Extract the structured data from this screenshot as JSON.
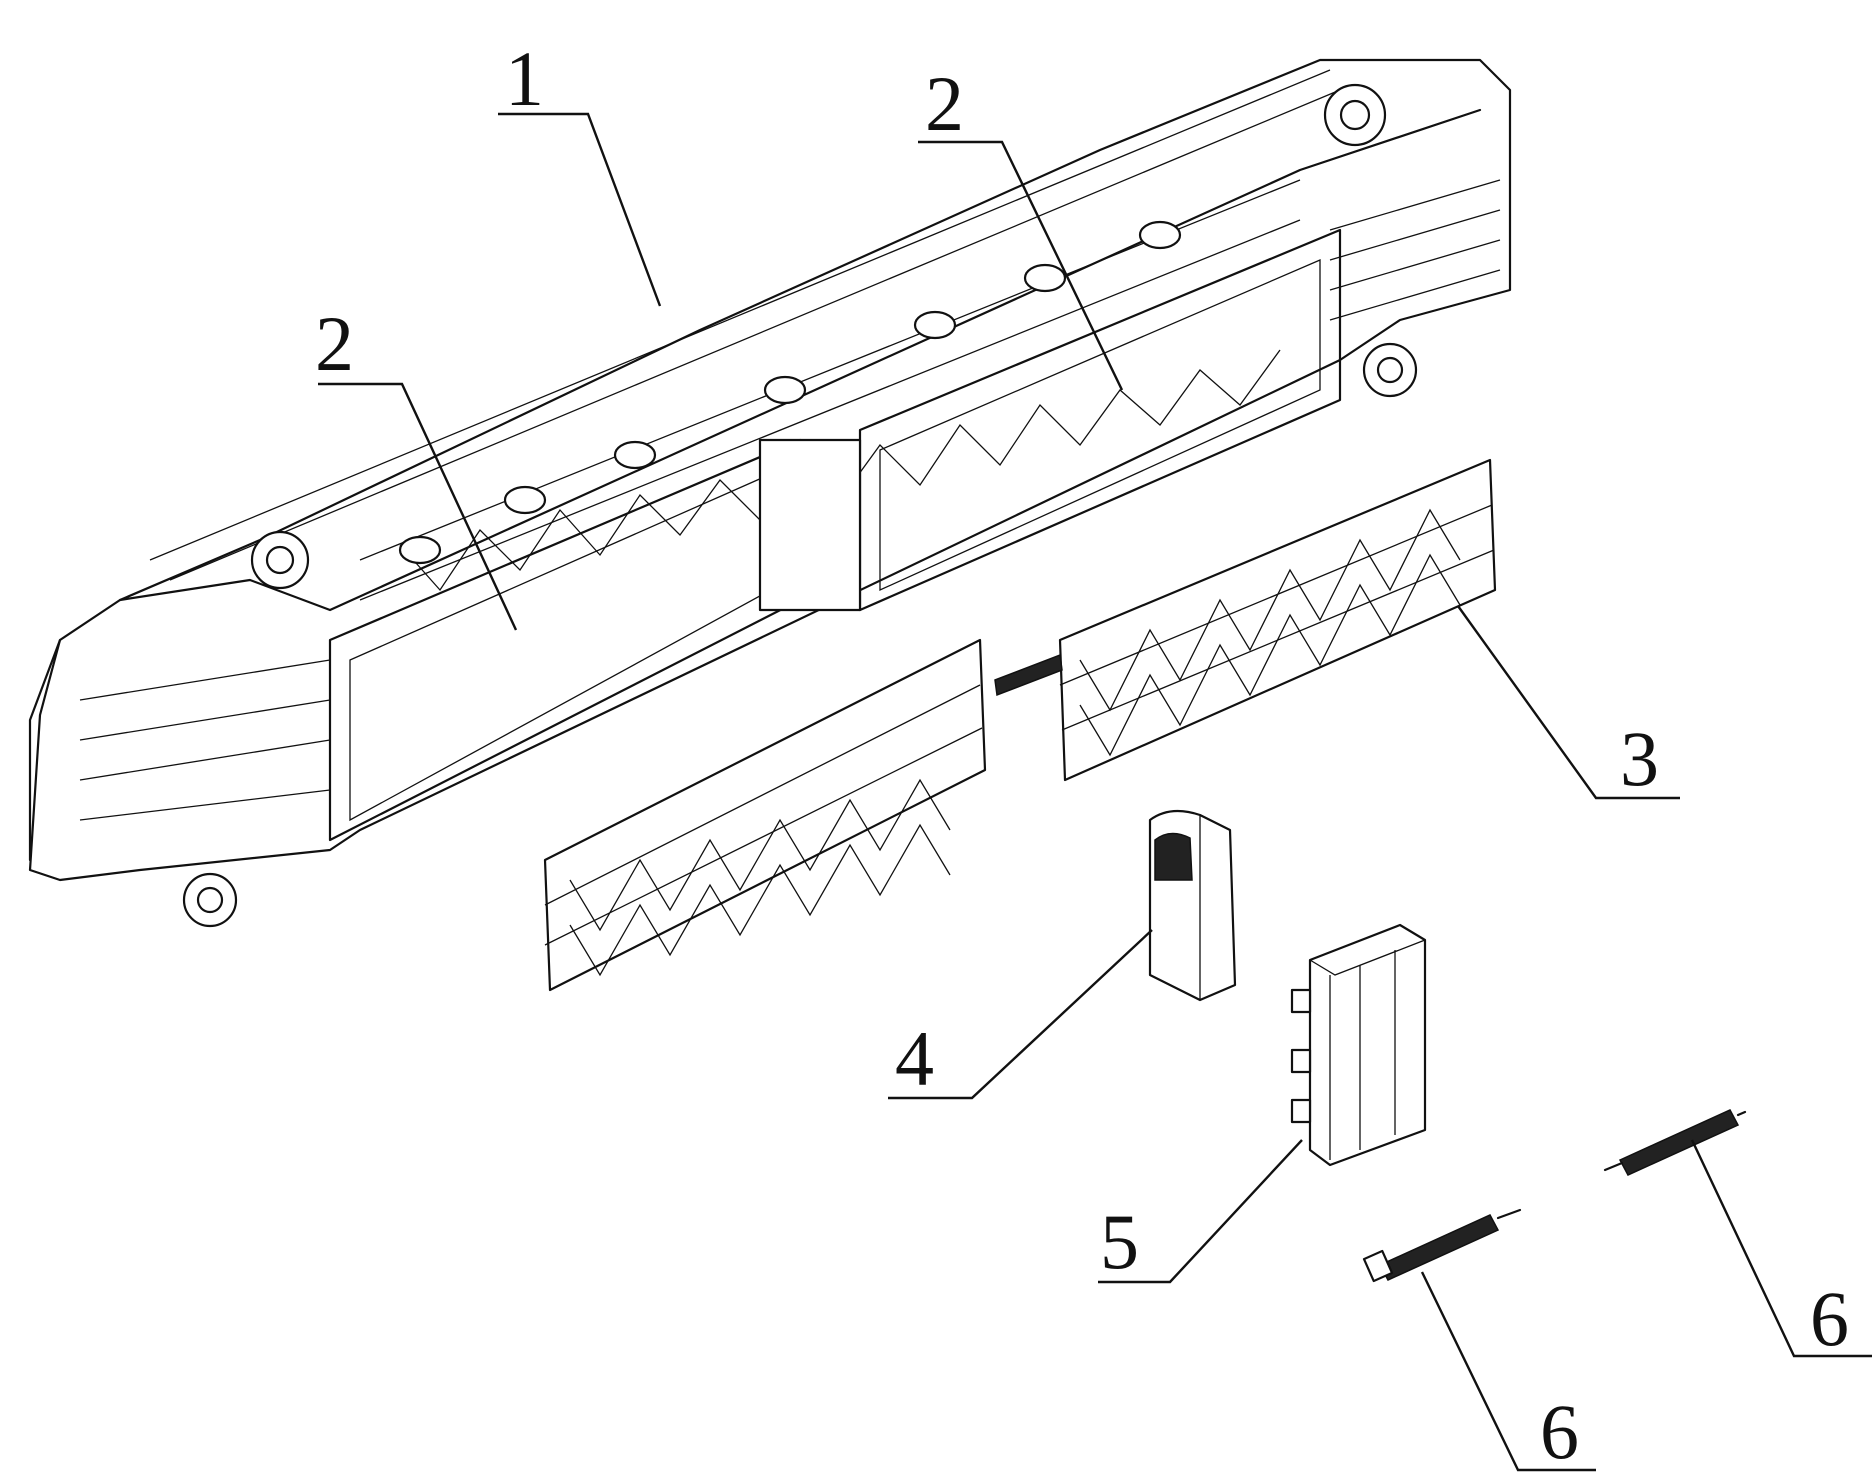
{
  "figure": {
    "type": "patent exploded-view drawing",
    "labels": [
      {
        "id": "label-1",
        "text": "1"
      },
      {
        "id": "label-2-top",
        "text": "2"
      },
      {
        "id": "label-2-left",
        "text": "2"
      },
      {
        "id": "label-3",
        "text": "3"
      },
      {
        "id": "label-4",
        "text": "4"
      },
      {
        "id": "label-5",
        "text": "5"
      },
      {
        "id": "label-6-right",
        "text": "6"
      },
      {
        "id": "label-6-lower",
        "text": "6"
      }
    ]
  }
}
